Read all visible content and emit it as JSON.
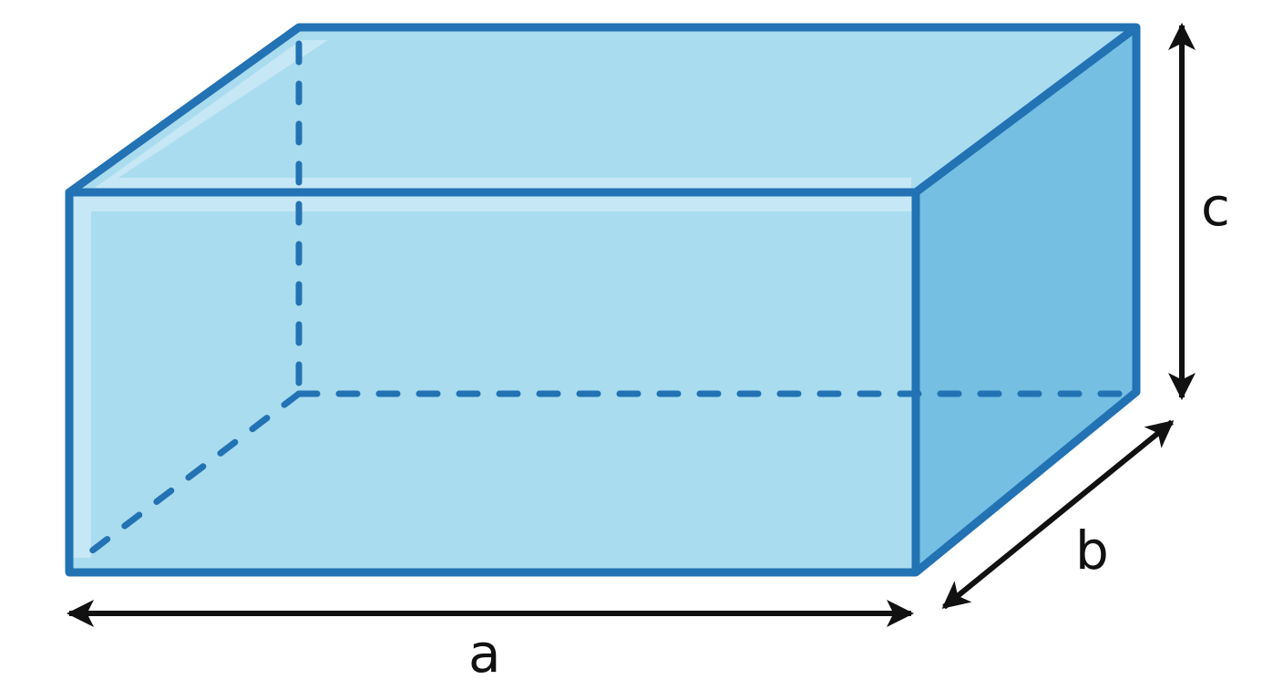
{
  "diagram": {
    "type": "rectangular-prism",
    "labels": {
      "length": "a",
      "depth": "b",
      "height": "c"
    },
    "colors": {
      "edge": "#2272b4",
      "top_face": "#a9dcee",
      "front_face": "#a9dcee",
      "right_face": "#74bfe2",
      "highlight": "#cdeaf6",
      "arrow": "#111111"
    }
  }
}
